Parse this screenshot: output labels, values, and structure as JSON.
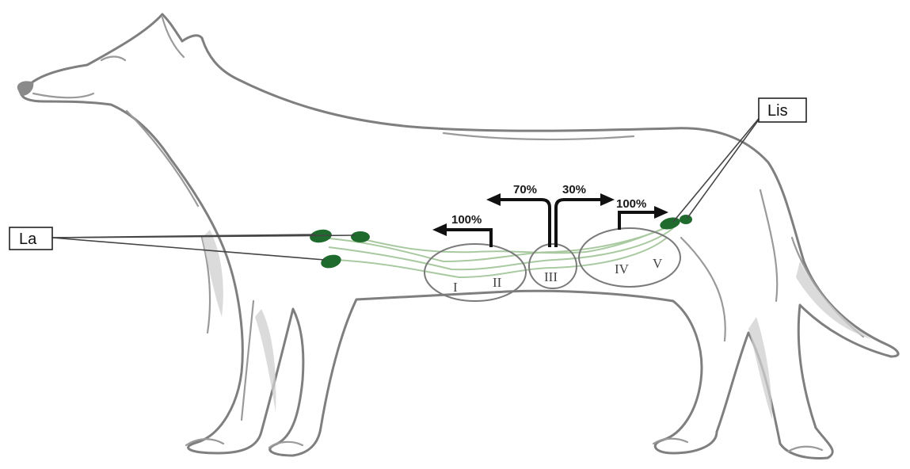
{
  "labels": {
    "axillary": "La",
    "inguinal": "Lis"
  },
  "gland_groups": [
    "I",
    "II",
    "III",
    "IV",
    "V"
  ],
  "drainage": {
    "cranial_left": "100%",
    "middle_cranial": "70%",
    "middle_caudal": "30%",
    "caudal_right": "100%"
  },
  "colors": {
    "lymph_node": "#1f6b2e",
    "lymph_vessel": "#a9c9a0",
    "outline": "#7f7f7f"
  }
}
